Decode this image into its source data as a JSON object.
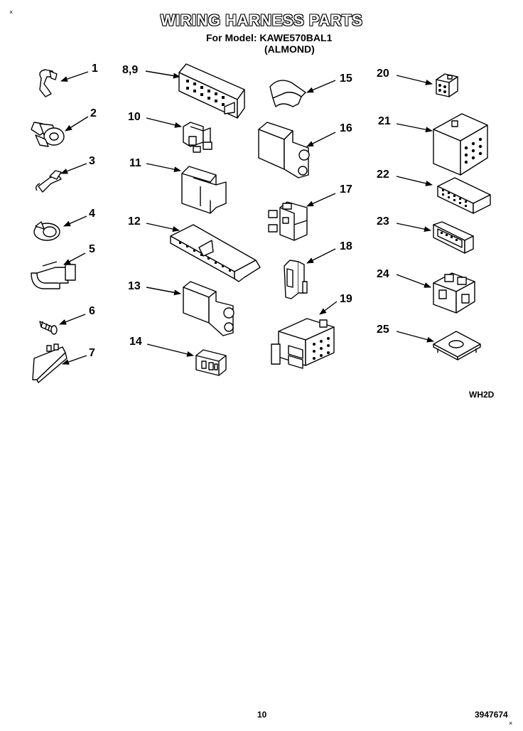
{
  "header": {
    "title": "WIRING HARNESS PARTS",
    "model_line": "For Model: KAWE570BAL1",
    "model_sub": "(ALMOND)"
  },
  "labels": {
    "p1": "1",
    "p2": "2",
    "p3": "3",
    "p4": "4",
    "p5": "5",
    "p6": "6",
    "p7": "7",
    "p8_9": "8,9",
    "p10": "10",
    "p11": "11",
    "p12": "12",
    "p13": "13",
    "p14": "14",
    "p15": "15",
    "p16": "16",
    "p17": "17",
    "p18": "18",
    "p19": "19",
    "p20": "20",
    "p21": "21",
    "p22": "22",
    "p23": "23",
    "p24": "24",
    "p25": "25"
  },
  "diagram_code": "WH2D",
  "footer": {
    "page_number": "10",
    "doc_number": "3947674"
  },
  "marks": {
    "corner_top": "×",
    "corner_bottom": "×"
  }
}
